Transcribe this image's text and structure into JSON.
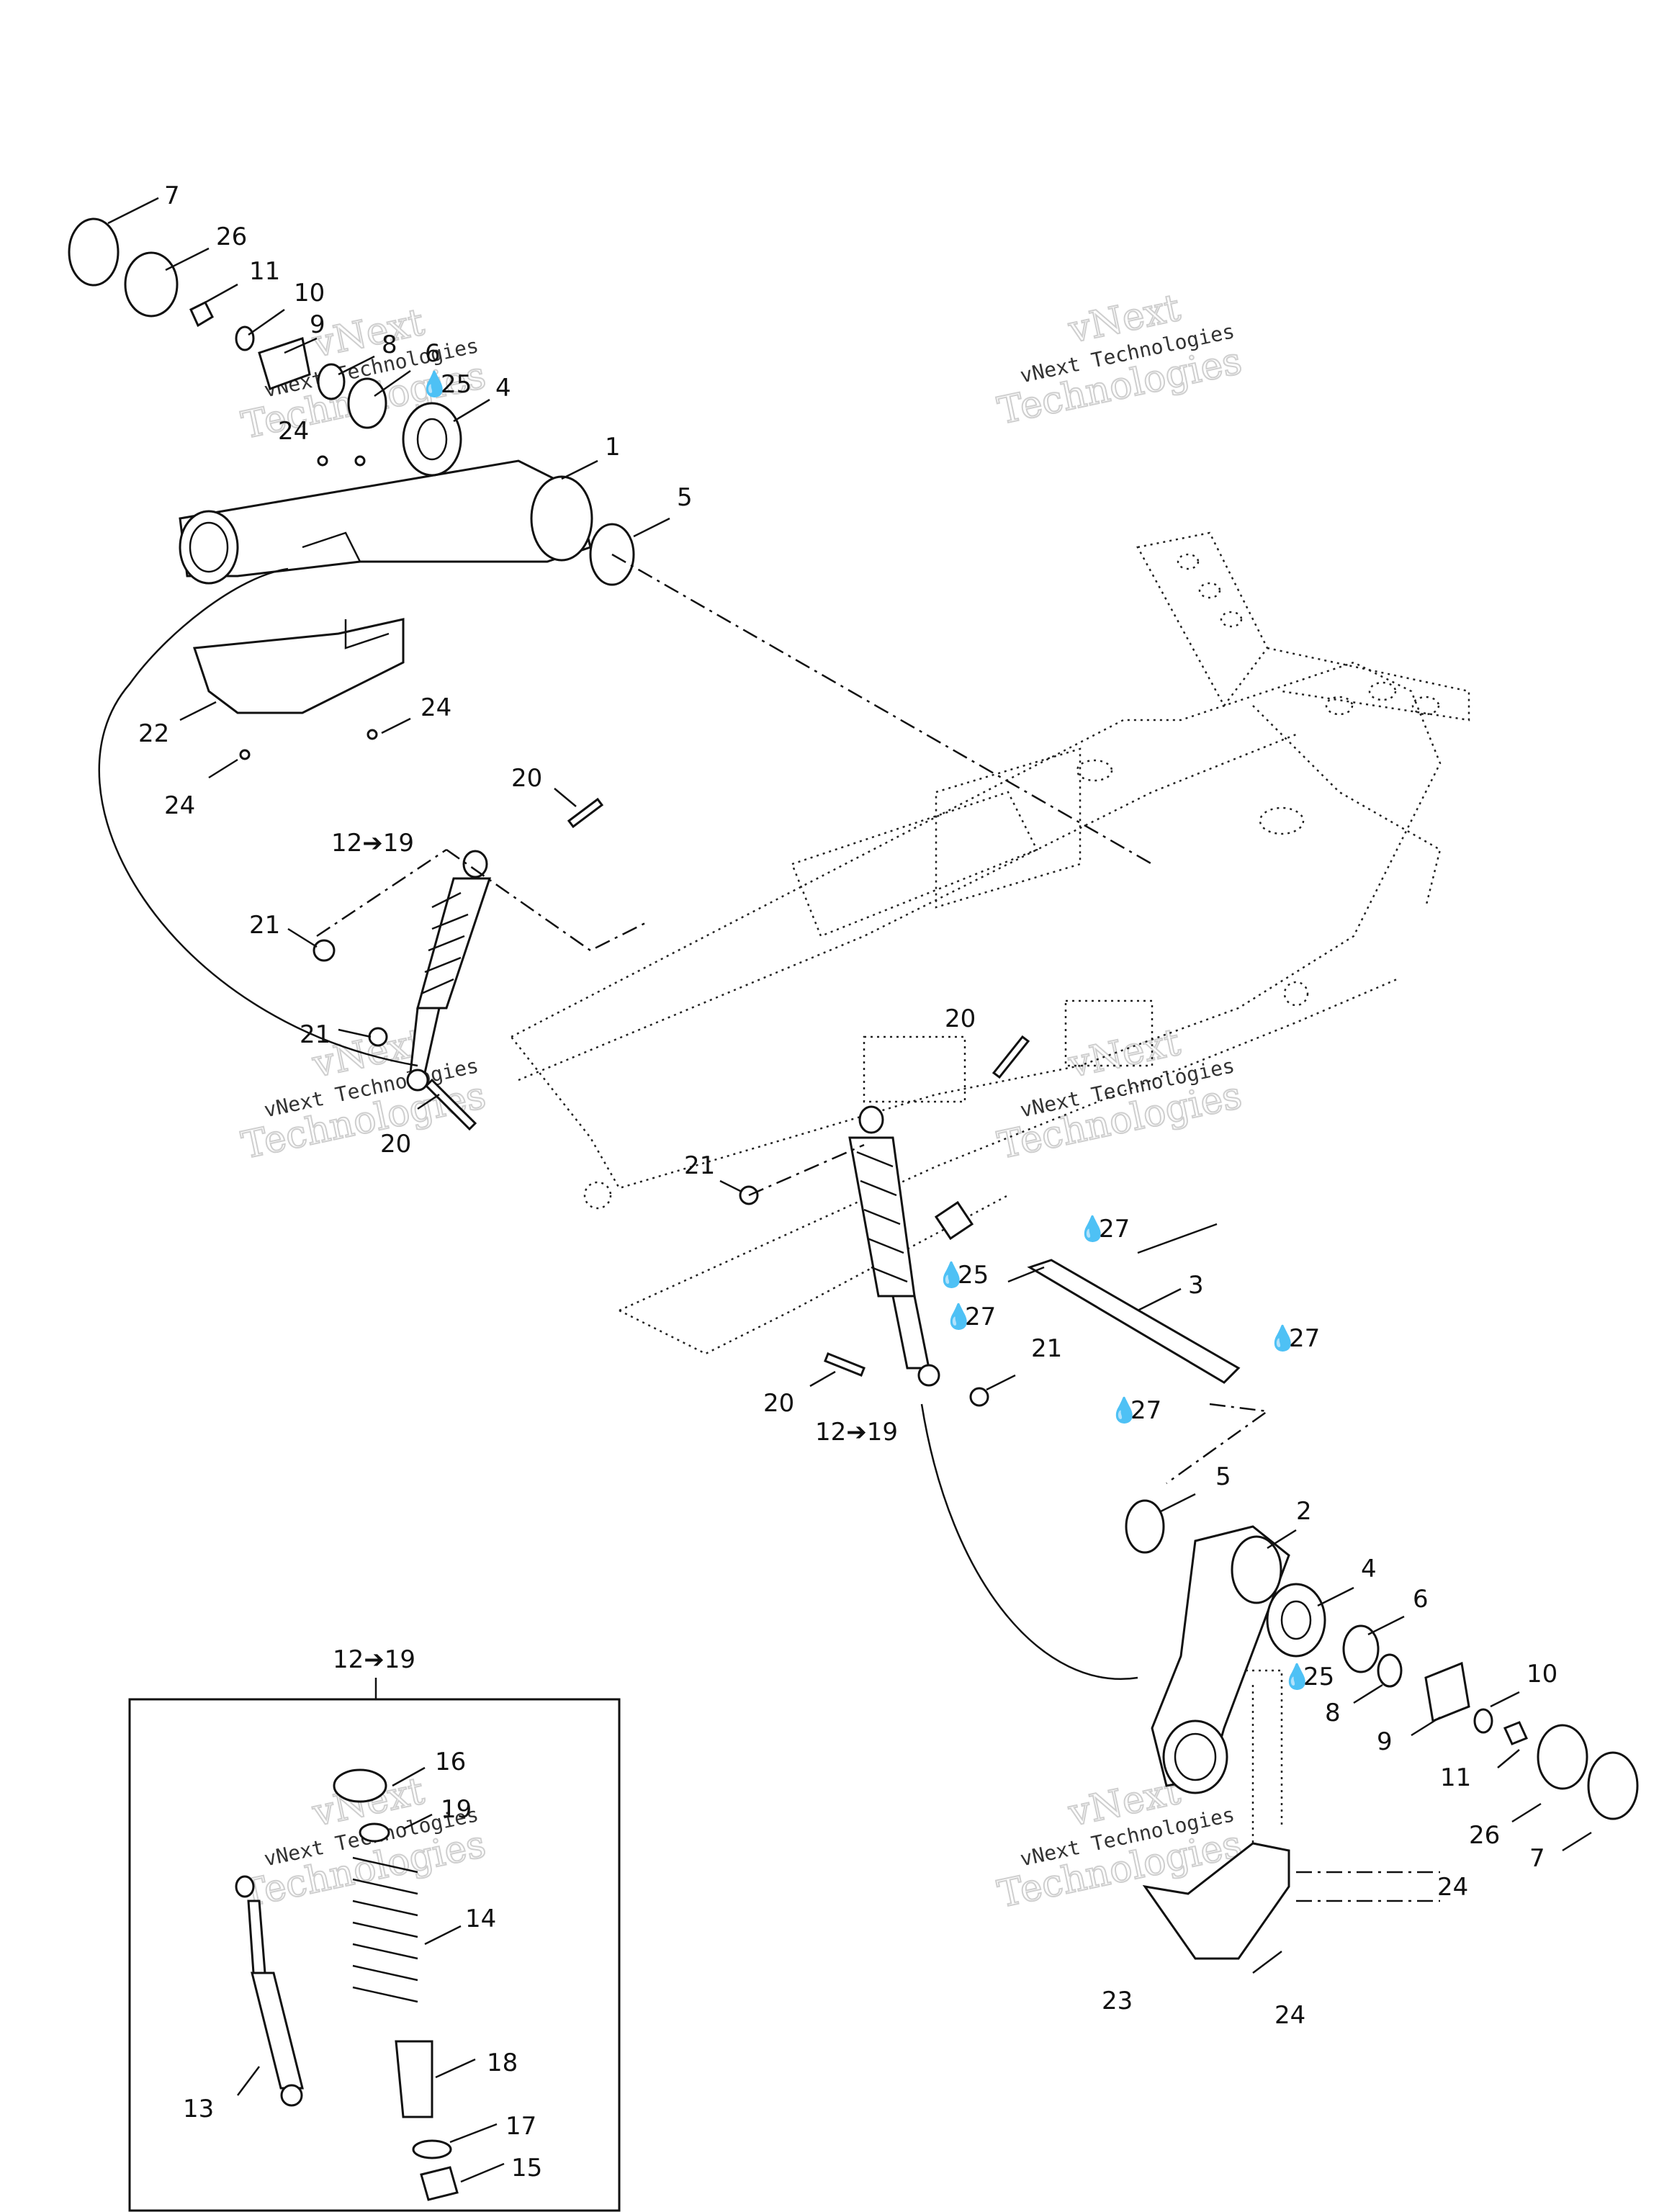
{
  "watermark": {
    "line1": "vNext",
    "line2": "vNext Technologies",
    "line3": "Technologies"
  },
  "colors": {
    "ink": "#111111",
    "watermark": "#cfcfcf",
    "background": "#ffffff"
  },
  "drop_symbol": "💧",
  "callouts": [
    {
      "id": "c-7a",
      "text": "7"
    },
    {
      "id": "c-26a",
      "text": "26"
    },
    {
      "id": "c-11a",
      "text": "11"
    },
    {
      "id": "c-10a",
      "text": "10"
    },
    {
      "id": "c-9a",
      "text": "9"
    },
    {
      "id": "c-8a",
      "text": "8"
    },
    {
      "id": "c-6a",
      "text": "6"
    },
    {
      "id": "c-25a",
      "text": "25"
    },
    {
      "id": "c-4a",
      "text": "4"
    },
    {
      "id": "c-24a",
      "text": "24"
    },
    {
      "id": "c-1",
      "text": "1"
    },
    {
      "id": "c-5a",
      "text": "5"
    },
    {
      "id": "c-22",
      "text": "22"
    },
    {
      "id": "c-24b",
      "text": "24"
    },
    {
      "id": "c-24c",
      "text": "24"
    },
    {
      "id": "c-20a",
      "text": "20"
    },
    {
      "id": "c-1219a",
      "text": "12➔19"
    },
    {
      "id": "c-21a",
      "text": "21"
    },
    {
      "id": "c-21b",
      "text": "21"
    },
    {
      "id": "c-20b",
      "text": "20"
    },
    {
      "id": "c-20c",
      "text": "20"
    },
    {
      "id": "c-21c",
      "text": "21"
    },
    {
      "id": "c-27a",
      "text": "27"
    },
    {
      "id": "c-25b",
      "text": "25"
    },
    {
      "id": "c-27b",
      "text": "27"
    },
    {
      "id": "c-3",
      "text": "3"
    },
    {
      "id": "c-27c",
      "text": "27"
    },
    {
      "id": "c-21d",
      "text": "21"
    },
    {
      "id": "c-20d",
      "text": "20"
    },
    {
      "id": "c-1219b",
      "text": "12➔19"
    },
    {
      "id": "c-27d",
      "text": "27"
    },
    {
      "id": "c-5b",
      "text": "5"
    },
    {
      "id": "c-2",
      "text": "2"
    },
    {
      "id": "c-4b",
      "text": "4"
    },
    {
      "id": "c-6b",
      "text": "6"
    },
    {
      "id": "c-25c",
      "text": "25"
    },
    {
      "id": "c-8b",
      "text": "8"
    },
    {
      "id": "c-10b",
      "text": "10"
    },
    {
      "id": "c-9b",
      "text": "9"
    },
    {
      "id": "c-11b",
      "text": "11"
    },
    {
      "id": "c-26b",
      "text": "26"
    },
    {
      "id": "c-7b",
      "text": "7"
    },
    {
      "id": "c-24d",
      "text": "24"
    },
    {
      "id": "c-23",
      "text": "23"
    },
    {
      "id": "c-24e",
      "text": "24"
    },
    {
      "id": "c-1219c",
      "text": "12➔19"
    },
    {
      "id": "c-16",
      "text": "16"
    },
    {
      "id": "c-19",
      "text": "19"
    },
    {
      "id": "c-14",
      "text": "14"
    },
    {
      "id": "c-13",
      "text": "13"
    },
    {
      "id": "c-18",
      "text": "18"
    },
    {
      "id": "c-17",
      "text": "17"
    },
    {
      "id": "c-15",
      "text": "15"
    }
  ]
}
